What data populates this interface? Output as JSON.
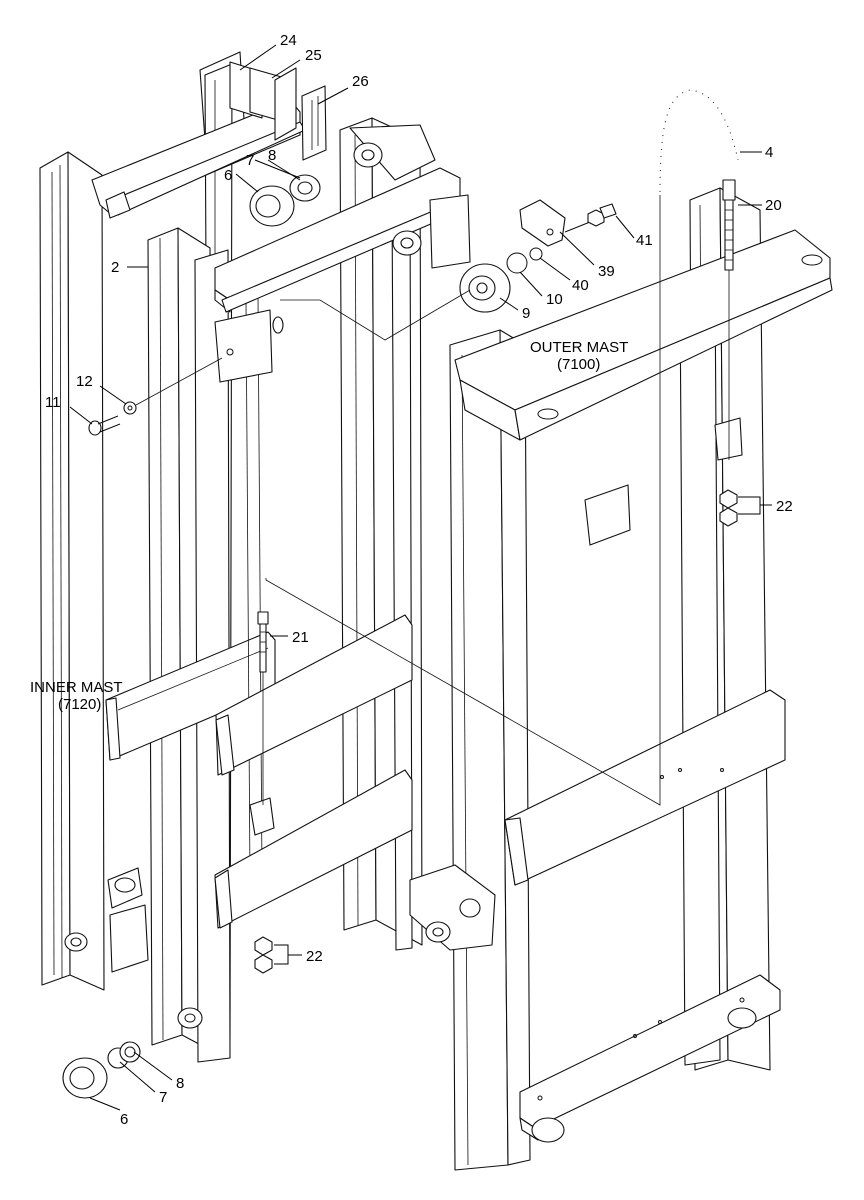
{
  "diagram": {
    "assemblies": {
      "outer_mast": {
        "name": "OUTER MAST",
        "code": "(7100)"
      },
      "inner_mast": {
        "name": "INNER MAST",
        "code": "(7120)"
      }
    },
    "callouts": [
      {
        "id": "c24a",
        "text": "24"
      },
      {
        "id": "c25a",
        "text": "25"
      },
      {
        "id": "c26a",
        "text": "26"
      },
      {
        "id": "c4a",
        "text": "4"
      },
      {
        "id": "c20a",
        "text": "20"
      },
      {
        "id": "c8a",
        "text": "8"
      },
      {
        "id": "c7a",
        "text": "7"
      },
      {
        "id": "c6a",
        "text": "6"
      },
      {
        "id": "c2a",
        "text": "2"
      },
      {
        "id": "c41a",
        "text": "41"
      },
      {
        "id": "c39a",
        "text": "39"
      },
      {
        "id": "c40a",
        "text": "40"
      },
      {
        "id": "c10a",
        "text": "10"
      },
      {
        "id": "c9a",
        "text": "9"
      },
      {
        "id": "c12a",
        "text": "12"
      },
      {
        "id": "c11a",
        "text": "11"
      },
      {
        "id": "c22a",
        "text": "22"
      },
      {
        "id": "c21a",
        "text": "21"
      },
      {
        "id": "c22b",
        "text": "22"
      },
      {
        "id": "c8b",
        "text": "8"
      },
      {
        "id": "c7b",
        "text": "7"
      },
      {
        "id": "c6b",
        "text": "6"
      }
    ]
  }
}
